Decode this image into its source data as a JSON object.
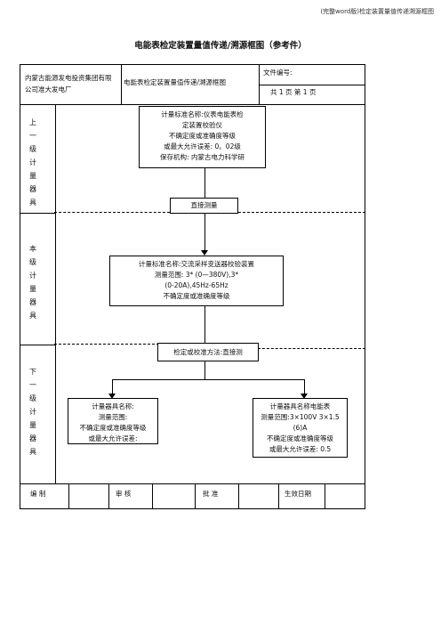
{
  "page_header": "(完整word版)检定装置量值传递溯源框图",
  "title": "电能表检定装置量值传递/溯源框图（参考件）",
  "company": "内蒙古能源发电投资集团有限公司准大发电厂",
  "diagram_name": "电能表检定装置量值传递/溯源框图",
  "file_number_label": "文件编号:",
  "pages": "共 1 页  第 1 页",
  "levels": {
    "upper": [
      "上",
      "一",
      "级",
      "计",
      "量",
      "器",
      "具"
    ],
    "current": [
      "本",
      "级",
      "计",
      "量",
      "器",
      "具"
    ],
    "lower": [
      "下",
      "一",
      "级",
      "计",
      "量",
      "器",
      "具"
    ]
  },
  "upper_box": [
    "计量标准名称:仪表电能表检",
    "定装置校验仪",
    "不确定度或准确度等级",
    "或最大允许误差: 0。02级",
    "保存机构: 内蒙古电力科学研"
  ],
  "direct_measure": "直接测量",
  "current_box": [
    "计量标准名称:交流采样变送器校验装置",
    "测量范围: 3* (0—380V),3*",
    "(0-20A),45Hz-65Hz",
    "不确定度或准确度等级"
  ],
  "method_box": "检定或校准方法:直接测",
  "lower_left_box": [
    "计量器具名称:",
    "测量范围:",
    "不确定度或准确度等级",
    "或最大允许误差:"
  ],
  "lower_right_box": [
    "计量器具名称电能表",
    "测量范围:3×100V 3×1.5",
    "(6)A",
    "不确定度或准确度等级",
    "或最大允许误差: 0.5"
  ],
  "footer": {
    "compile": "编 制",
    "review": "审 核",
    "approve": "批 准",
    "effective_date": "生效日期"
  }
}
